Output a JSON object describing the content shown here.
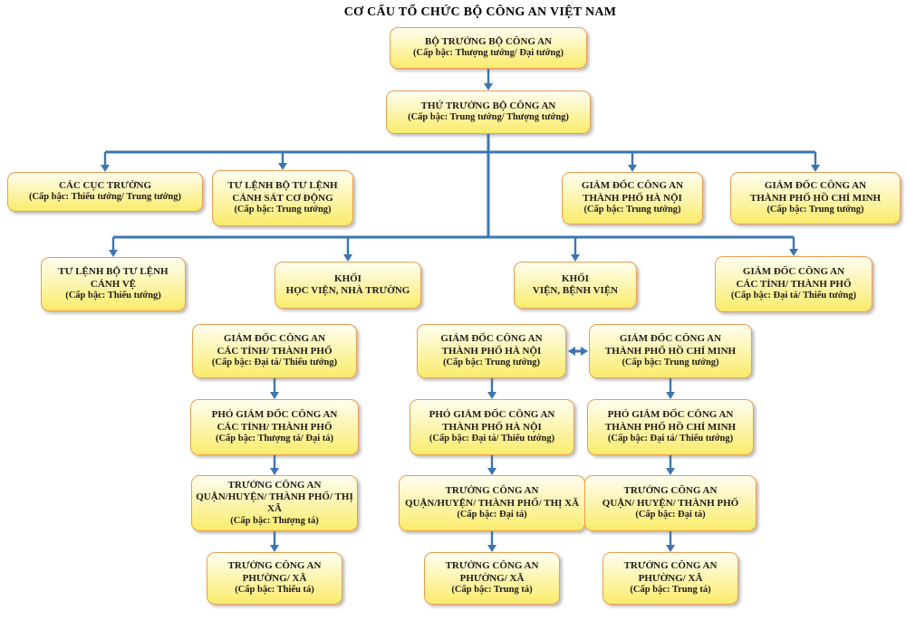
{
  "title": "CƠ CẤU TỔ CHỨC BỘ CÔNG AN VIỆT NAM",
  "colors": {
    "box_border": "#EC9D50",
    "fill_top": "#FFFEF0",
    "fill_mid": "#FCF4A8",
    "fill_bottom": "#FAEC6A",
    "connector": "#3B76B2",
    "text": "#1F1B18",
    "title_text": "#000000"
  },
  "boxes": {
    "minister": {
      "name": "BỘ TRƯỞNG BỘ CÔNG AN",
      "rank": "(Cấp bậc: Thượng tướng/ Đại tướng)"
    },
    "deputy_minister": {
      "name": "THỨ TRƯỞNG BỘ CÔNG AN",
      "rank": "(Cấp bậc: Trung tướng/ Thượng tướng)"
    },
    "dept_directors": {
      "name": "CÁC CỤC TRƯỞNG",
      "rank": "(Cấp bậc: Thiếu tướng/ Trung tướng)"
    },
    "mobile_police_command": {
      "name": "TƯ LỆNH BỘ TƯ LỆNH\nCẢNH SÁT CƠ ĐỘNG",
      "rank": "(Cấp bậc: Trung tướng)"
    },
    "hanoi_director": {
      "name": "GIÁM ĐỐC CÔNG AN\nTHÀNH PHỐ HÀ NỘI",
      "rank": "(Cấp bậc: Trung tướng)"
    },
    "hcm_director": {
      "name": "GIÁM ĐỐC CÔNG AN\nTHÀNH PHỐ HỒ CHÍ MINH",
      "rank": "(Cấp bậc: Trung tướng)"
    },
    "guard_command": {
      "name": "TƯ LỆNH BỘ TƯ LỆNH\nCẢNH VỆ",
      "rank": "(Cấp bậc: Thiếu tướng)"
    },
    "academies_block": {
      "name": "KHỐI\nHỌC VIỆN, NHÀ TRƯỜNG",
      "rank": ""
    },
    "institutes_block": {
      "name": "KHỐI\nVIỆN, BỆNH VIỆN",
      "rank": ""
    },
    "provinces_director": {
      "name": "GIÁM ĐỐC CÔNG AN\nCÁC TỈNH/ THÀNH PHỐ",
      "rank": "(Cấp bậc: Đại tá/ Thiếu tướng)"
    },
    "provinces_director_b": {
      "name": "GIÁM ĐỐC CÔNG AN\nCÁC TỈNH/ THÀNH PHỐ",
      "rank": "(Cấp bậc: Đại tá/ Thiếu tướng)"
    },
    "provinces_deputy": {
      "name": "PHÓ GIÁM ĐỐC CÔNG AN\nCÁC TỈNH/ THÀNH PHỐ",
      "rank": "(Cấp bậc: Thượng tá/ Đại tá)"
    },
    "provinces_district_chief": {
      "name": "TRƯỞNG CÔNG AN\nQUẬN/HUYỆN/ THÀNH PHỐ/ THỊ XÃ",
      "rank": "(Cấp bậc: Thượng tá)"
    },
    "provinces_ward_chief": {
      "name": "TRƯỞNG CÔNG AN\nPHƯỜNG/ XÃ",
      "rank": "(Cấp bậc: Thiếu tá)"
    },
    "hanoi_director_b": {
      "name": "GIÁM ĐỐC CÔNG AN\nTHÀNH PHỐ HÀ NỘI",
      "rank": "(Cấp bậc: Trung tướng)"
    },
    "hanoi_deputy": {
      "name": "PHÓ GIÁM ĐỐC CÔNG AN\nTHÀNH PHỐ HÀ NỘI",
      "rank": "(Cấp bậc: Đại tá/ Thiếu tướng)"
    },
    "hanoi_district_chief": {
      "name": "TRƯỞNG CÔNG AN\nQUẬN/HUYỆN/ THÀNH PHỐ/ THỊ XÃ",
      "rank": "(Cấp bậc: Đại tá)"
    },
    "hanoi_ward_chief": {
      "name": "TRƯỞNG CÔNG AN\nPHƯỜNG/ XÃ",
      "rank": "(Cấp bậc: Trung tá)"
    },
    "hcm_director_b": {
      "name": "GIÁM ĐỐC CÔNG AN\nTHÀNH PHỐ HỒ CHÍ MINH",
      "rank": "(Cấp bậc: Trung tướng)"
    },
    "hcm_deputy": {
      "name": "PHÓ GIÁM ĐỐC CÔNG AN\nTHÀNH PHỐ HỒ CHÍ MINH",
      "rank": "(Cấp bậc: Đại tá/ Thiếu tướng)"
    },
    "hcm_district_chief": {
      "name": "TRƯỞNG CÔNG AN\nQUẬN/ HUYỆN/ THÀNH PHỐ",
      "rank": "(Cấp bậc: Đại tá)"
    },
    "hcm_ward_chief": {
      "name": "TRƯỞNG CÔNG AN\nPHƯỜNG/ XÃ",
      "rank": "(Cấp bậc: Trung tá)"
    }
  }
}
